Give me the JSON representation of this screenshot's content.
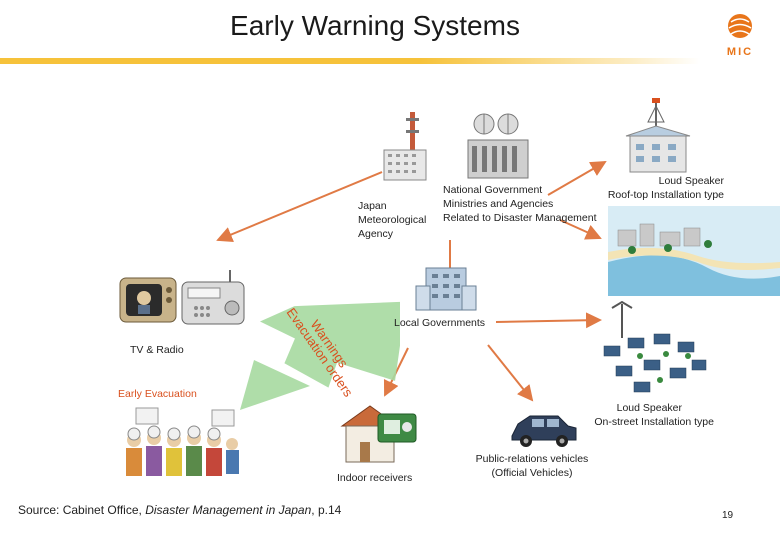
{
  "title": "Early Warning Systems",
  "logo": {
    "text": "MIC",
    "color": "#e8751a"
  },
  "colors": {
    "arrow": "#e07a45",
    "accent_line": "#f6c23a",
    "green_arrow": "#9fd49a"
  },
  "nodes": {
    "jma": [
      "Japan",
      "Meteorological",
      "Agency"
    ],
    "national_gov": [
      "National Government",
      "Ministries and Agencies",
      "Related to Disaster Management"
    ],
    "loud_speaker_roof": [
      "Loud Speaker",
      "Roof-top Installation type"
    ],
    "local_gov": "Local Governments",
    "tv_radio": "TV & Radio",
    "early_evacuation": "Early Evacuation",
    "loud_speaker_street": [
      "Loud Speaker",
      "On-street Installation type"
    ],
    "indoor_receivers": "Indoor receivers",
    "pr_vehicles": [
      "Public-relations vehicles",
      "(Official Vehicles)"
    ]
  },
  "arrow_labels": {
    "warnings": "Warnings",
    "evacuation_orders": "Evacuation orders"
  },
  "source": {
    "prefix": "Source: Cabinet Office, ",
    "book": "Disaster Management in Japan",
    "suffix": ", p.14"
  },
  "page_number": "19"
}
